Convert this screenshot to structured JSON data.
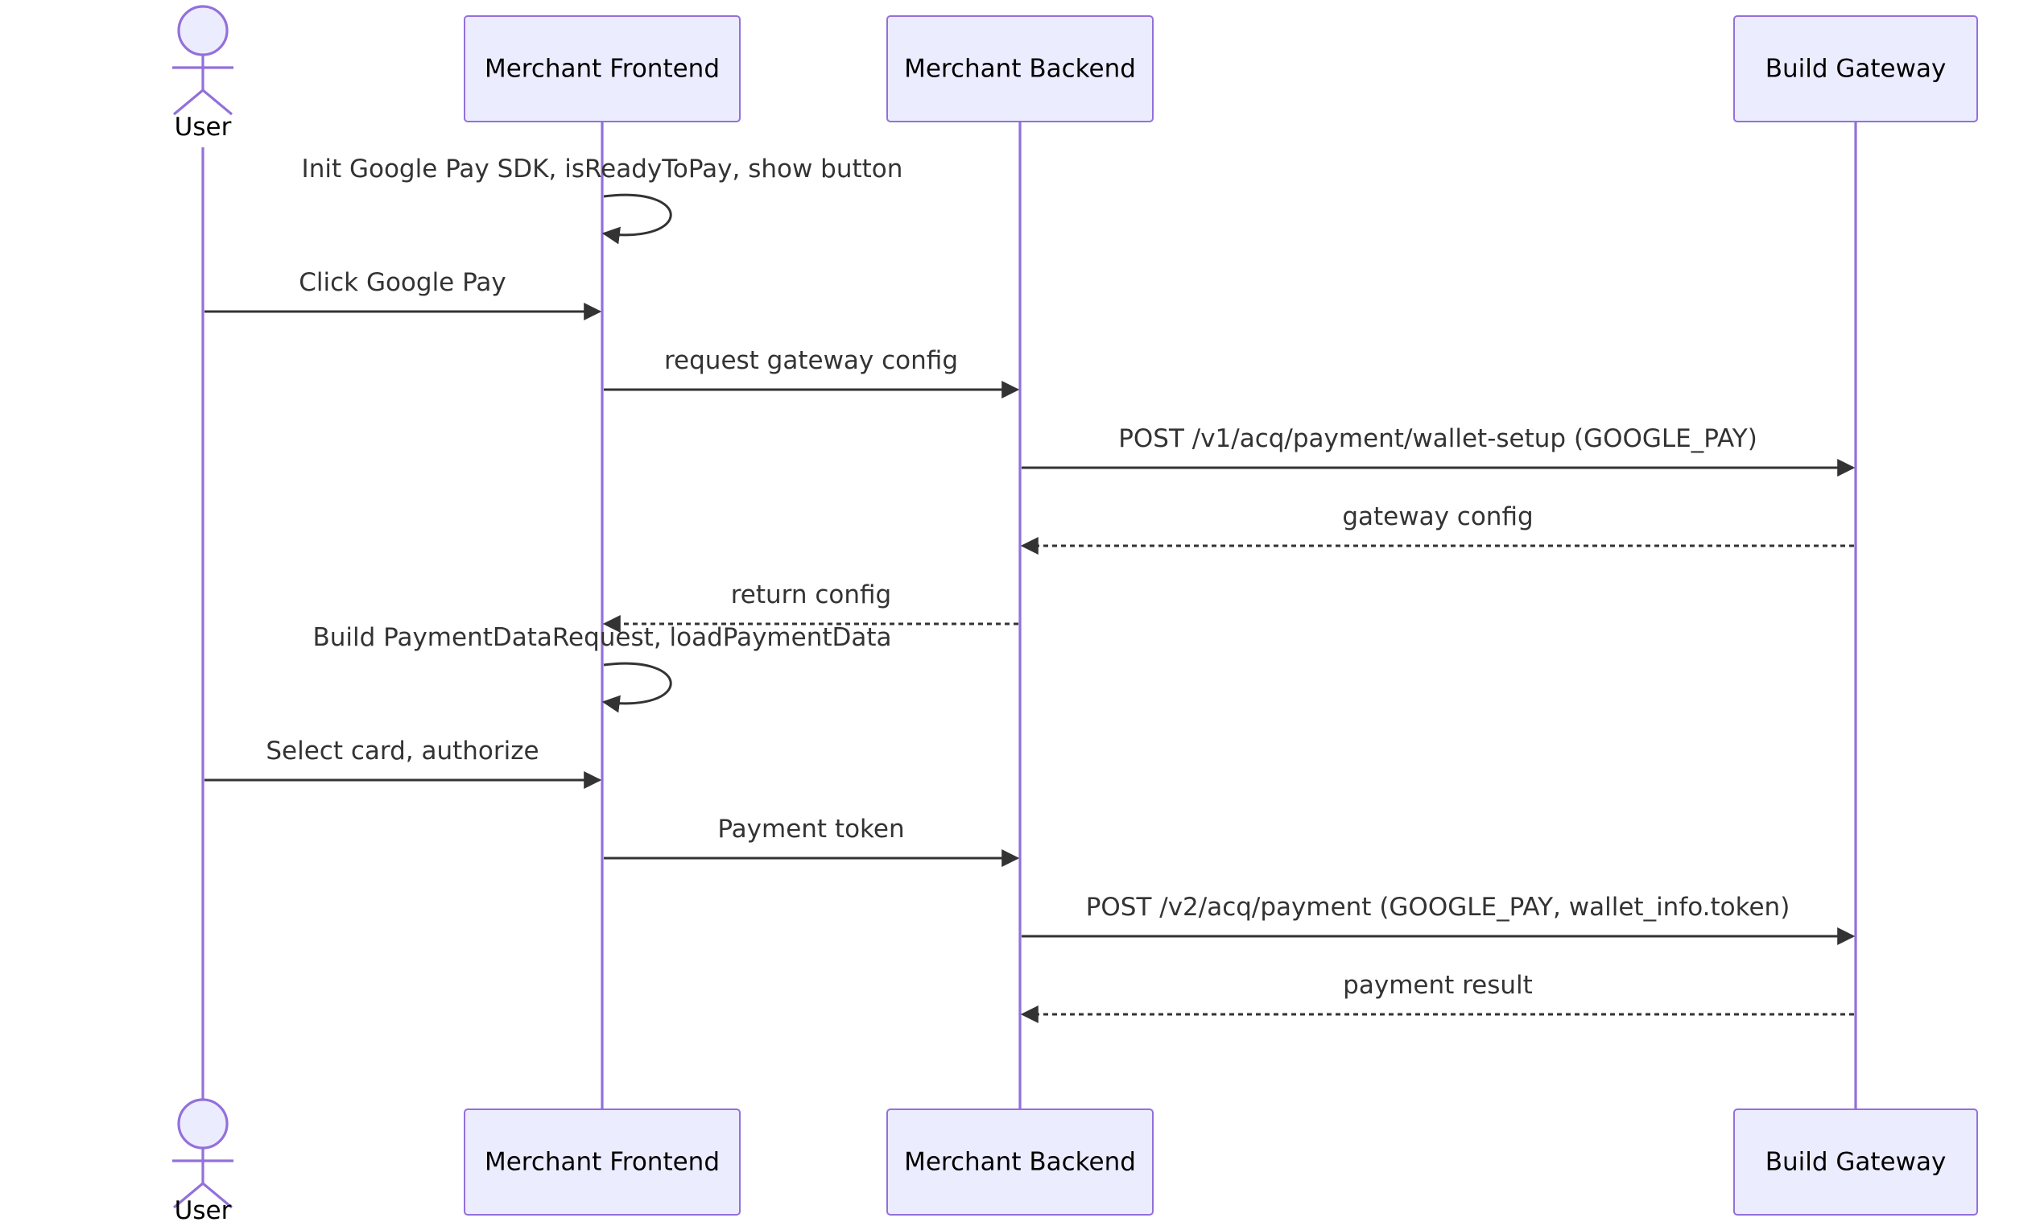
{
  "participants": [
    {
      "id": "user",
      "label": "User",
      "kind": "actor"
    },
    {
      "id": "frontend",
      "label": "Merchant Frontend",
      "kind": "box"
    },
    {
      "id": "backend",
      "label": "Merchant Backend",
      "kind": "box"
    },
    {
      "id": "gateway",
      "label": "Build Gateway",
      "kind": "box"
    }
  ],
  "messages": [
    {
      "from": "frontend",
      "to": "frontend",
      "label": "Init Google Pay SDK, isReadyToPay, show button",
      "style": "solid"
    },
    {
      "from": "user",
      "to": "frontend",
      "label": "Click Google Pay",
      "style": "solid"
    },
    {
      "from": "frontend",
      "to": "backend",
      "label": "request gateway config",
      "style": "solid"
    },
    {
      "from": "backend",
      "to": "gateway",
      "label": "POST /v1/acq/payment/wallet-setup (GOOGLE_PAY)",
      "style": "solid"
    },
    {
      "from": "gateway",
      "to": "backend",
      "label": "gateway config",
      "style": "dashed"
    },
    {
      "from": "backend",
      "to": "frontend",
      "label": "return config",
      "style": "dashed"
    },
    {
      "from": "frontend",
      "to": "frontend",
      "label": "Build PaymentDataRequest, loadPaymentData",
      "style": "solid"
    },
    {
      "from": "user",
      "to": "frontend",
      "label": "Select card, authorize",
      "style": "solid"
    },
    {
      "from": "frontend",
      "to": "backend",
      "label": "Payment token",
      "style": "solid"
    },
    {
      "from": "backend",
      "to": "gateway",
      "label": "POST /v2/acq/payment (GOOGLE_PAY, wallet_info.token)",
      "style": "solid"
    },
    {
      "from": "gateway",
      "to": "backend",
      "label": "payment result",
      "style": "dashed"
    }
  ],
  "colors": {
    "lifeline": "#9370DB",
    "box_fill": "#ECECFF",
    "arrow": "#333333"
  }
}
